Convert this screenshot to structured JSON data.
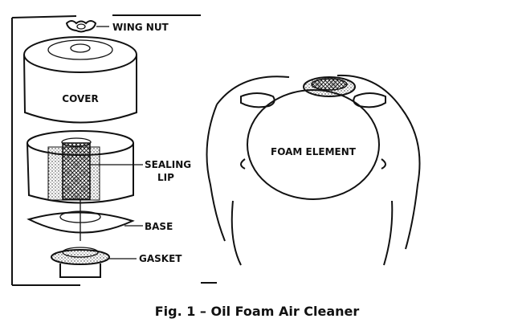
{
  "figure": {
    "labels": {
      "wing_nut": "WING NUT",
      "cover": "COVER",
      "sealing_lip_1": "SEALING",
      "sealing_lip_2": "LIP",
      "base": "BASE",
      "gasket": "GASKET",
      "foam_element": "FOAM ELEMENT"
    },
    "caption": "Fig. 1 – Oil Foam Air Cleaner"
  }
}
